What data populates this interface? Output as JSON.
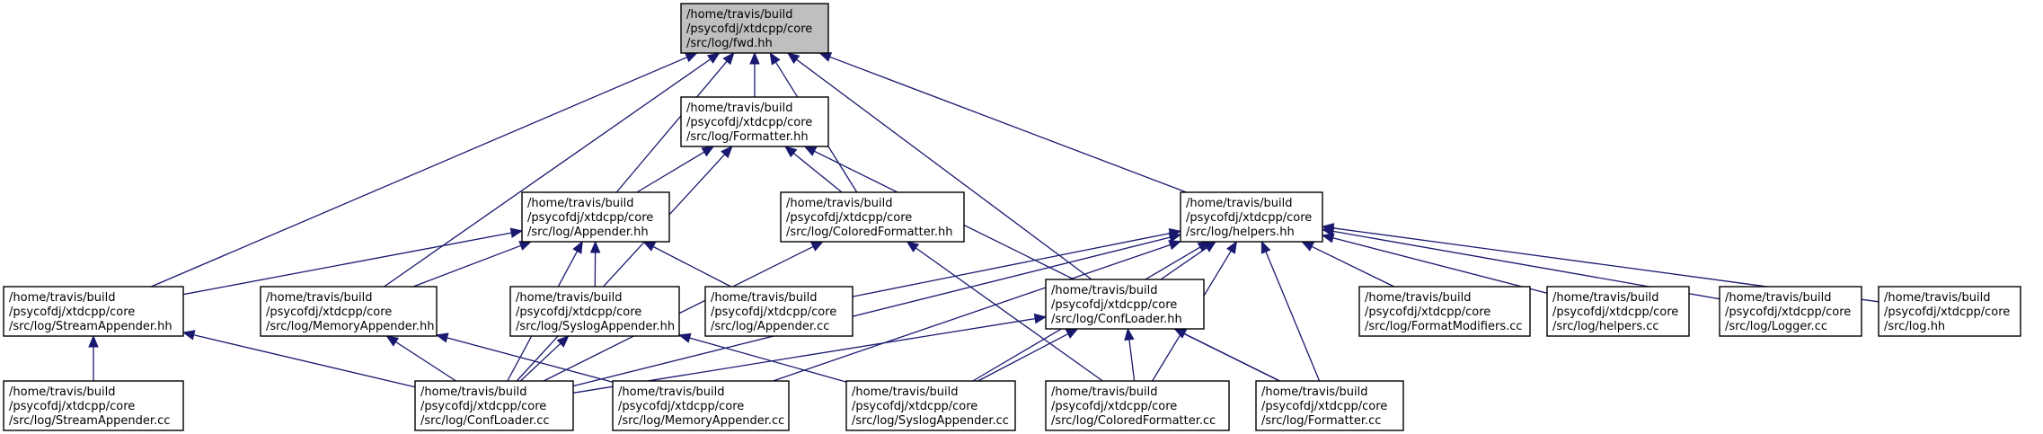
{
  "title": "",
  "prefix_lines": [
    "/home/travis/build",
    "/psycofdj/xtdcpp/core"
  ],
  "colors": {
    "edge": "#191970",
    "root_fill": "#bfbfbf",
    "node_fill": "#ffffff",
    "border": "#000000"
  },
  "nodes": [
    {
      "id": "fwd",
      "file": "/src/log/fwd.hh",
      "root": true
    },
    {
      "id": "formatter_hh",
      "file": "/src/log/Formatter.hh"
    },
    {
      "id": "appender_hh",
      "file": "/src/log/Appender.hh"
    },
    {
      "id": "colored_hh",
      "file": "/src/log/ColoredFormatter.hh"
    },
    {
      "id": "helpers_hh",
      "file": "/src/log/helpers.hh"
    },
    {
      "id": "stream_hh",
      "file": "/src/log/StreamAppender.hh"
    },
    {
      "id": "memory_hh",
      "file": "/src/log/MemoryAppender.hh"
    },
    {
      "id": "syslog_hh",
      "file": "/src/log/SyslogAppender.hh"
    },
    {
      "id": "appender_cc",
      "file": "/src/log/Appender.cc"
    },
    {
      "id": "confloader_hh",
      "file": "/src/log/ConfLoader.hh"
    },
    {
      "id": "formatmods_cc",
      "file": "/src/log/FormatModifiers.cc"
    },
    {
      "id": "helpers_cc",
      "file": "/src/log/helpers.cc"
    },
    {
      "id": "logger_cc",
      "file": "/src/log/Logger.cc"
    },
    {
      "id": "log_hh",
      "file": "/src/log.hh"
    },
    {
      "id": "stream_cc",
      "file": "/src/log/StreamAppender.cc"
    },
    {
      "id": "confloader_cc",
      "file": "/src/log/ConfLoader.cc"
    },
    {
      "id": "memory_cc",
      "file": "/src/log/MemoryAppender.cc"
    },
    {
      "id": "syslog_cc",
      "file": "/src/log/SyslogAppender.cc"
    },
    {
      "id": "colored_cc",
      "file": "/src/log/ColoredFormatter.cc"
    },
    {
      "id": "formatter_cc",
      "file": "/src/log/Formatter.cc"
    }
  ],
  "edges": [
    {
      "from": "formatter_hh",
      "to": "fwd"
    },
    {
      "from": "appender_hh",
      "to": "fwd"
    },
    {
      "from": "colored_hh",
      "to": "fwd"
    },
    {
      "from": "helpers_hh",
      "to": "fwd"
    },
    {
      "from": "stream_hh",
      "to": "fwd"
    },
    {
      "from": "memory_hh",
      "to": "fwd"
    },
    {
      "from": "confloader_hh",
      "to": "fwd"
    },
    {
      "from": "appender_hh",
      "to": "formatter_hh"
    },
    {
      "from": "colored_hh",
      "to": "formatter_hh"
    },
    {
      "from": "confloader_cc",
      "to": "formatter_hh"
    },
    {
      "from": "formatter_cc",
      "to": "formatter_hh"
    },
    {
      "from": "stream_hh",
      "to": "appender_hh"
    },
    {
      "from": "memory_hh",
      "to": "appender_hh"
    },
    {
      "from": "syslog_hh",
      "to": "appender_hh"
    },
    {
      "from": "appender_cc",
      "to": "appender_hh"
    },
    {
      "from": "confloader_cc",
      "to": "appender_hh"
    },
    {
      "from": "confloader_cc",
      "to": "colored_hh"
    },
    {
      "from": "colored_cc",
      "to": "colored_hh"
    },
    {
      "from": "confloader_hh",
      "to": "helpers_hh"
    },
    {
      "from": "formatmods_cc",
      "to": "helpers_hh"
    },
    {
      "from": "helpers_cc",
      "to": "helpers_hh"
    },
    {
      "from": "logger_cc",
      "to": "helpers_hh"
    },
    {
      "from": "log_hh",
      "to": "helpers_hh"
    },
    {
      "from": "appender_cc",
      "to": "helpers_hh"
    },
    {
      "from": "confloader_cc",
      "to": "helpers_hh"
    },
    {
      "from": "memory_cc",
      "to": "helpers_hh"
    },
    {
      "from": "syslog_cc",
      "to": "helpers_hh"
    },
    {
      "from": "colored_cc",
      "to": "helpers_hh"
    },
    {
      "from": "formatter_cc",
      "to": "helpers_hh"
    },
    {
      "from": "stream_cc",
      "to": "stream_hh"
    },
    {
      "from": "confloader_cc",
      "to": "stream_hh"
    },
    {
      "from": "confloader_cc",
      "to": "memory_hh"
    },
    {
      "from": "memory_cc",
      "to": "memory_hh"
    },
    {
      "from": "confloader_cc",
      "to": "syslog_hh"
    },
    {
      "from": "syslog_cc",
      "to": "syslog_hh"
    },
    {
      "from": "confloader_cc",
      "to": "confloader_hh"
    },
    {
      "from": "syslog_cc",
      "to": "confloader_hh"
    },
    {
      "from": "colored_cc",
      "to": "confloader_hh"
    },
    {
      "from": "formatter_cc",
      "to": "confloader_hh"
    }
  ]
}
